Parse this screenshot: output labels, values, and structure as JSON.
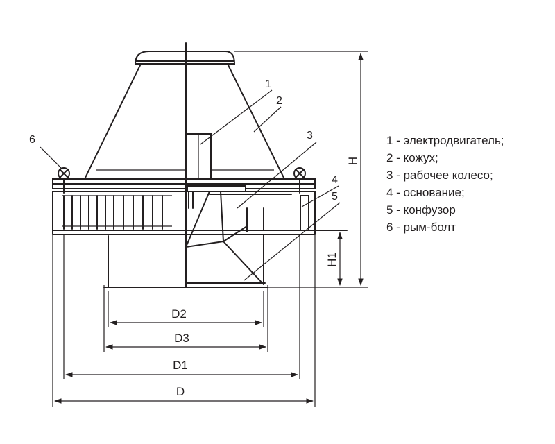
{
  "legend": [
    "1 - электродвигатель;",
    "2 - кожух;",
    "3 - рабочее колесо;",
    "4 - основание;",
    "5 - конфузор",
    "6 - рым-болт"
  ],
  "callouts": {
    "c1": "1",
    "c2": "2",
    "c3": "3",
    "c4": "4",
    "c5": "5",
    "c6": "6"
  },
  "dimensions": {
    "D2": "D2",
    "D3": "D3",
    "D1": "D1",
    "D": "D",
    "H": "H",
    "H1": "H1"
  }
}
